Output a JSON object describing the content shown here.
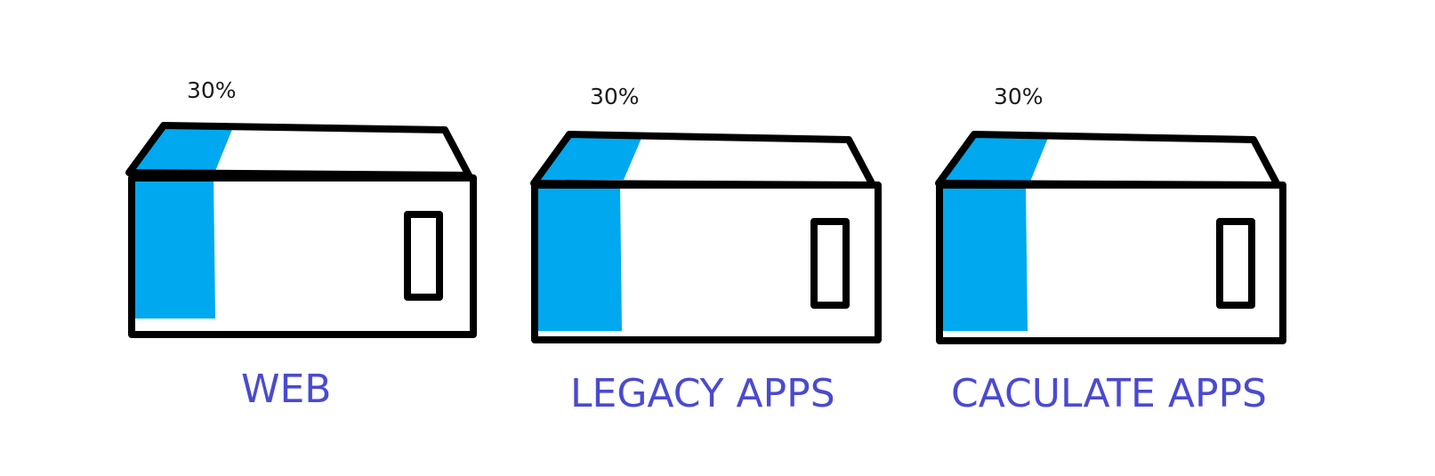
{
  "colors": {
    "fill": "#00a8f0",
    "outline": "#000000",
    "caption": "#4a4ad0",
    "percent_text": "#1a1a1a"
  },
  "boxes": [
    {
      "percent_label": "30%",
      "fill_fraction": 0.3,
      "caption": "WEB"
    },
    {
      "percent_label": "30%",
      "fill_fraction": 0.3,
      "caption": "LEGACY APPS"
    },
    {
      "percent_label": "30%",
      "fill_fraction": 0.3,
      "caption": "CACULATE APPS"
    }
  ]
}
